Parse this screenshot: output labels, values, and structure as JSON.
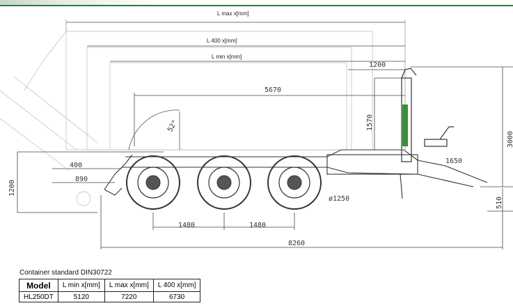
{
  "dimensions": {
    "l_max_label": "L max x[mm]",
    "l_400_label": "L 400 x[mm]",
    "l_min_label": "L min x[mm]",
    "d1200_top": "1200",
    "d5670": "5670",
    "d1570": "1570",
    "d3000": "3000",
    "d1650": "1650",
    "d400": "400",
    "d890": "890",
    "d1200_left": "1200",
    "d1250": "ø1250",
    "d510": "510",
    "d1480_a": "1480",
    "d1480_b": "1480",
    "d8260": "8260",
    "angle": "52°"
  },
  "container_standard": "Container standard DIN30722",
  "table": {
    "headers": [
      "Model",
      "L min x[mm]",
      "L max x[mm]",
      "L 400 x[mm]"
    ],
    "rows": [
      [
        "HL250DT",
        "5120",
        "7220",
        "6730"
      ]
    ]
  },
  "colors": {
    "accent": "#2e7d32",
    "line": "#333333",
    "green_mark": "#3a8f3a"
  }
}
